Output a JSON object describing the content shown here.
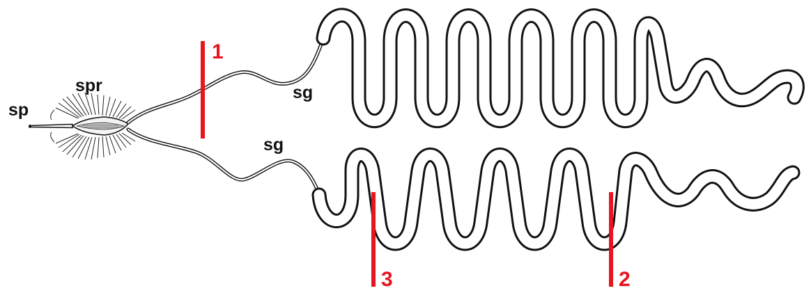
{
  "diagram": {
    "labels": {
      "sp": "sp",
      "spr": "spr",
      "sg_upper": "sg",
      "sg_lower": "sg"
    },
    "cut_markers": [
      {
        "id": "1",
        "text": "1"
      },
      {
        "id": "2",
        "text": "2"
      },
      {
        "id": "3",
        "text": "3"
      }
    ],
    "colors": {
      "line": "#111111",
      "marker": "#e8141e",
      "background": "#ffffff"
    }
  }
}
